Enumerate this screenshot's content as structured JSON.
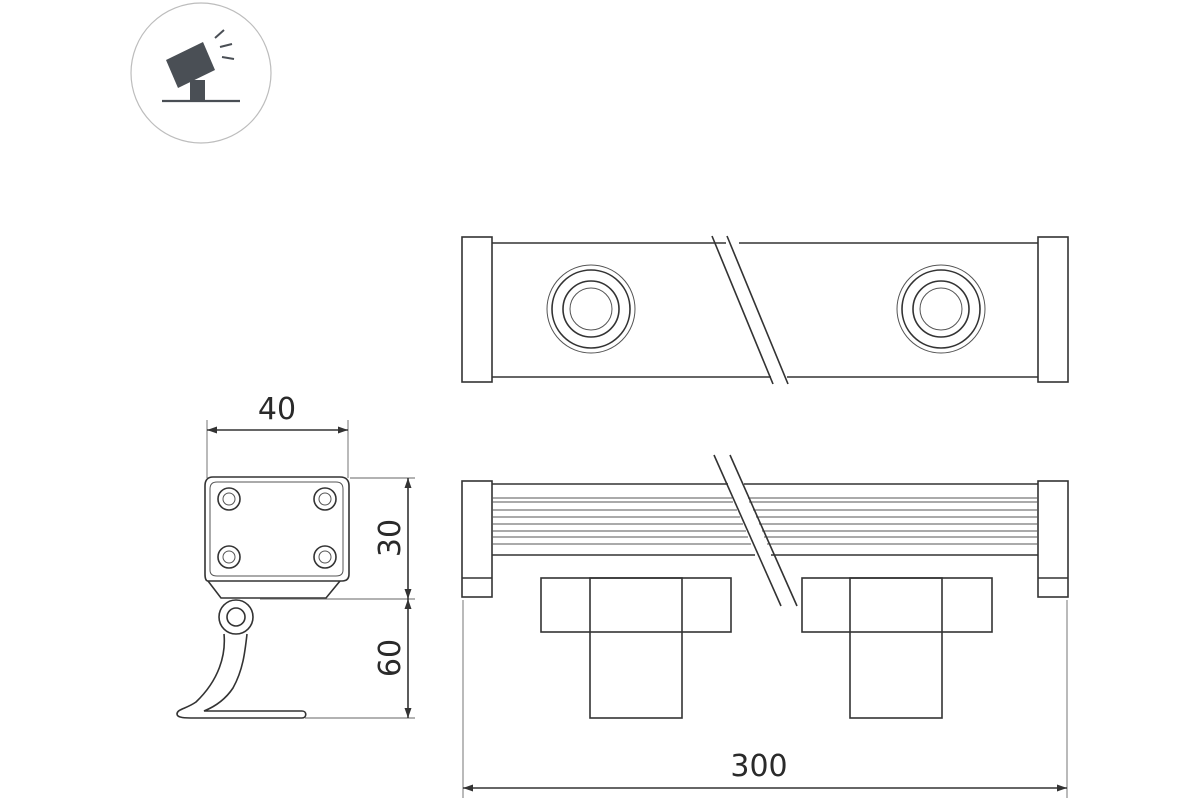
{
  "icon": {
    "name": "spotlight-mount-icon",
    "fill": "#4a4f55",
    "circle_stroke": "#bbbbbb"
  },
  "colors": {
    "line": "#333333",
    "text": "#2a2a2a"
  },
  "dimensions": {
    "width": "40",
    "height_body": "30",
    "height_mount": "60",
    "length": "300"
  }
}
